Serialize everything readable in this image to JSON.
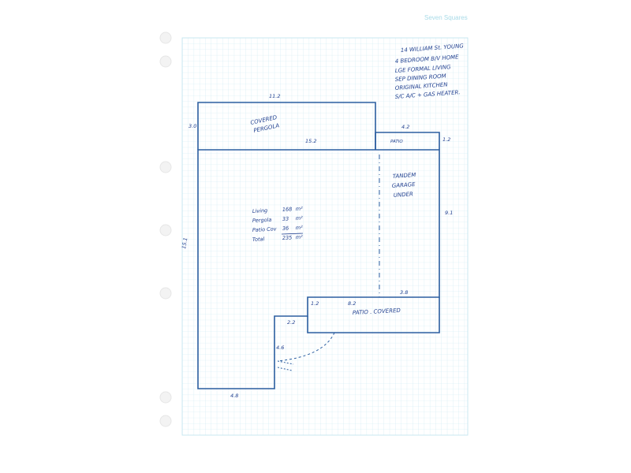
{
  "sheet": {
    "brand": "Seven Squares",
    "colors": {
      "grid": "#bfe3ef",
      "gridMajor": "#9fd3e6",
      "ink": "#1f3f8f"
    }
  },
  "notes": [
    "14 WILLIAM St. YOUNG",
    "4 BEDROOM B/V HOME",
    "LGE FORMAL LIVING",
    "SEP DINING ROOM",
    "ORIGINAL KITCHEN",
    "S/C A/C + GAS HEATER."
  ],
  "plan": {
    "labels": {
      "covered_pergola": [
        "COVERED",
        "PERGOLA"
      ],
      "patio_small": "PATIO",
      "tandem_garage": [
        "TANDEM",
        "GARAGE",
        "UNDER"
      ],
      "patio_covered": "PATIO . COVERED"
    },
    "dimensions": {
      "pergola_width": "11.2",
      "pergola_depth": "3.0",
      "house_width": "15.2",
      "patio_width": "4.2",
      "patio_depth": "1.2",
      "right_side": "9.1",
      "left_side": "15.1",
      "patio_covered_depth": "3.8",
      "patio_covered_width": "8.2",
      "step_small": "1.2",
      "step_width": "2.2",
      "lower_depth": "4.6",
      "bottom_width": "4.8"
    },
    "areas": [
      {
        "label": "Living",
        "value": "168",
        "unit": "m²"
      },
      {
        "label": "Pergola",
        "value": "33",
        "unit": "m²"
      },
      {
        "label": "Patio Cov",
        "value": "36",
        "unit": "m²"
      },
      {
        "label": "Total",
        "value": "235",
        "unit": "m²"
      }
    ]
  }
}
